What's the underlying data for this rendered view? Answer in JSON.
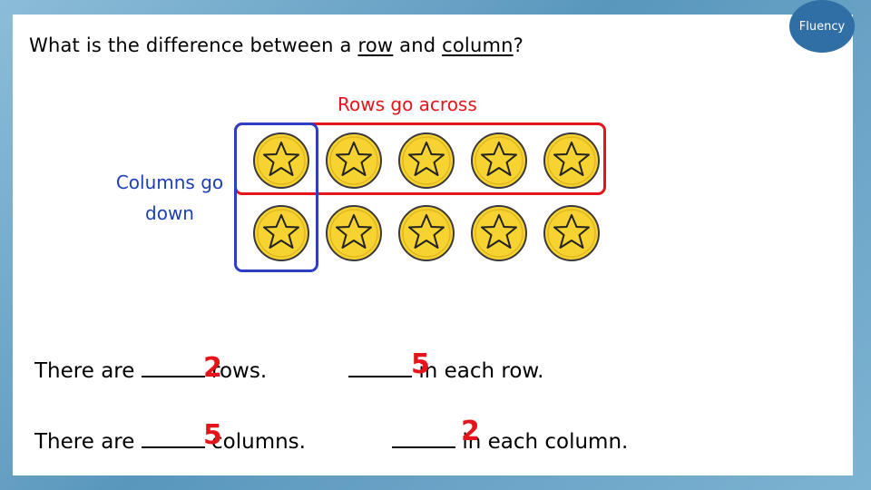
{
  "badge": "Fluency",
  "question": {
    "prefix": "What is the difference between a ",
    "row_word": "row",
    "middle": " and ",
    "column_word": "column",
    "suffix": "?"
  },
  "rows_label": "Rows go across",
  "columns_label": "Columns go down",
  "grid": {
    "rows": 2,
    "columns": 5,
    "coin_icon": "gold-star-coin-icon",
    "colors": {
      "coin_fill": "#f7d332",
      "coin_border": "#3a3a3a",
      "star_fill": "#f7d332"
    }
  },
  "statements": {
    "rows": {
      "before": "There are",
      "after": "rows.",
      "answer": "2"
    },
    "per_row": {
      "after": "in each row.",
      "answer": "5"
    },
    "columns": {
      "before": "There are",
      "after": "columns.",
      "answer": "5"
    },
    "per_column": {
      "after": "in each column.",
      "answer": "2"
    }
  },
  "colors": {
    "accent_red": "#e3151a",
    "accent_blue": "#1b3fb5",
    "background": "#6fa8c9",
    "badge": "#2f6fa6"
  }
}
